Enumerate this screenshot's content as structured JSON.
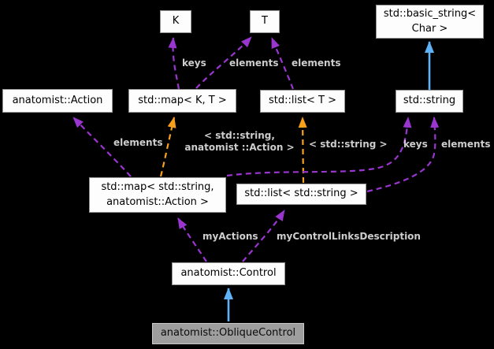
{
  "diagram": {
    "kind": "collaboration-graph",
    "subject": "anatomist::ObliqueControl",
    "background": "#000000"
  },
  "colors": {
    "bg": "#000000",
    "usage_color": "#9b35d0",
    "template_color": "#f7a01c",
    "inherit_color": "#5fb2f6",
    "node_fill": "#fdfdfd",
    "node_border": "#969696",
    "highlight_fill": "#9e9e9e",
    "highlight_border": "#c9c9c9",
    "label_color": "#cdcdcd"
  },
  "nodes": {
    "k": {
      "label": "K"
    },
    "t": {
      "label": "T"
    },
    "basic_string": {
      "label": "std::basic_string< Char >"
    },
    "action": {
      "label": "anatomist::Action"
    },
    "map_kt": {
      "label": "std::map< K, T >"
    },
    "list_t": {
      "label": "std::list< T >"
    },
    "string": {
      "label": "std::string"
    },
    "map_string_action": {
      "label": "std::map< std::string, anatomist::Action >"
    },
    "list_string": {
      "label": "std::list< std::string >"
    },
    "control": {
      "label": "anatomist::Control"
    },
    "oblique_control": {
      "label": "anatomist::ObliqueControl",
      "highlighted": true
    }
  },
  "edge_labels": {
    "keys_top": "keys",
    "elements_map_t": "elements",
    "elements_list_t": "elements",
    "elements_action": "elements",
    "template_map": "< std::string, anatomist ::Action >",
    "template_list": "< std::string >",
    "keys_string": "keys",
    "elements_string": "elements",
    "my_actions": "myActions",
    "my_control_links": "myControlLinksDescription"
  },
  "edges": [
    {
      "from": "std::map< K, T >",
      "to": "K",
      "label": "keys",
      "type": "usage-dashed"
    },
    {
      "from": "std::map< K, T >",
      "to": "T",
      "label": "elements",
      "type": "usage-dashed"
    },
    {
      "from": "std::list< T >",
      "to": "T",
      "label": "elements",
      "type": "usage-dashed"
    },
    {
      "from": "std::map< std::string, anatomist::Action >",
      "to": "anatomist::Action",
      "label": "elements",
      "type": "usage-dashed"
    },
    {
      "from": "std::map< std::string, anatomist::Action >",
      "to": "std::map< K, T >",
      "label": "< std::string, anatomist ::Action >",
      "type": "template-instantiation-dashed"
    },
    {
      "from": "std::list< std::string >",
      "to": "std::list< T >",
      "label": "< std::string >",
      "type": "template-instantiation-dashed"
    },
    {
      "from": "std::map< std::string, anatomist::Action >",
      "to": "std::string",
      "label": "keys",
      "type": "usage-dashed"
    },
    {
      "from": "std::list< std::string >",
      "to": "std::string",
      "label": "elements",
      "type": "usage-dashed"
    },
    {
      "from": "std::string",
      "to": "std::basic_string< Char >",
      "label": "",
      "type": "inheritance-solid"
    },
    {
      "from": "anatomist::Control",
      "to": "std::map< std::string, anatomist::Action >",
      "label": "myActions",
      "type": "usage-dashed"
    },
    {
      "from": "anatomist::Control",
      "to": "std::list< std::string >",
      "label": "myControlLinksDescription",
      "type": "usage-dashed"
    },
    {
      "from": "anatomist::ObliqueControl",
      "to": "anatomist::Control",
      "label": "",
      "type": "inheritance-solid"
    }
  ]
}
